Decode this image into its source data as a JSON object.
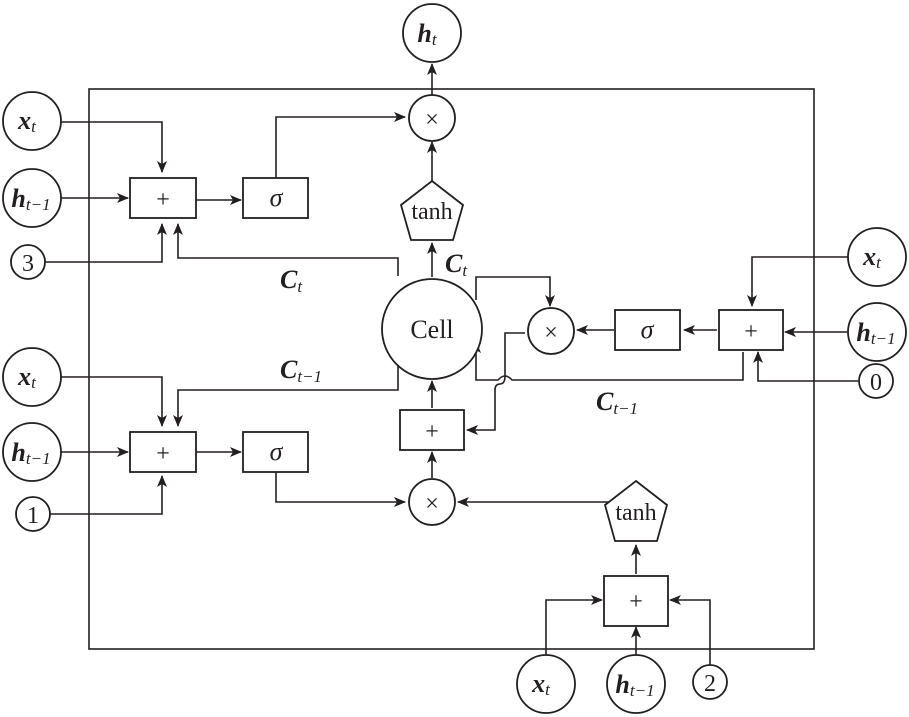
{
  "symbols": {
    "x": "x",
    "h": "h",
    "c": "C",
    "sub_t": "t",
    "sub_t_minus_1": "t−1",
    "plus": "+",
    "times": "×",
    "sigma": "σ",
    "tanh": "tanh",
    "cell": "Cell"
  },
  "constants": {
    "left_top": "3",
    "left_bottom": "1",
    "right": "0",
    "bottom": "2"
  },
  "colors": {
    "stroke": "#231f20",
    "background": "#ffffff"
  }
}
